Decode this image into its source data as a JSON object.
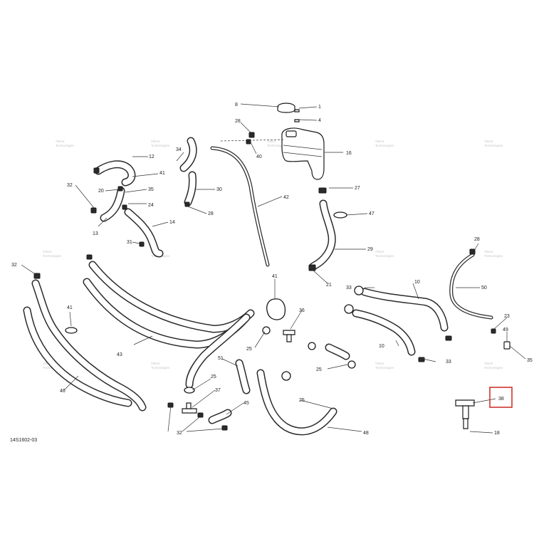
{
  "drawing_number": "14S1602-03",
  "highlighted_callout": "38",
  "highlight_color": "#d0342c",
  "watermark_lines": [
    "©Bext",
    "Technologies"
  ],
  "callouts": {
    "c8": "8",
    "c1": "1",
    "c4": "4",
    "c28a": "28",
    "c16": "16",
    "c40": "40",
    "c12": "12",
    "c34": "34",
    "c41a": "41",
    "c32a": "32",
    "c20": "20",
    "c35": "35",
    "c30": "30",
    "c24": "24",
    "c28b": "28",
    "c42": "42",
    "c27": "27",
    "c47": "47",
    "c13": "13",
    "c14": "14",
    "c31": "31",
    "c29": "29",
    "c21": "21",
    "c28c": "28",
    "c32b": "32",
    "c41b": "41",
    "c33a": "33",
    "c10a": "10",
    "c50": "50",
    "c36": "36",
    "c41c": "41",
    "c43": "43",
    "c25a": "25",
    "c10b": "10",
    "c23": "23",
    "c49": "49",
    "c35b": "35",
    "c25b": "25",
    "c33b": "33",
    "c51": "51",
    "c46": "46",
    "c25c": "25",
    "c37": "37",
    "c25d": "25",
    "c45": "45",
    "c32c": "32",
    "c48": "48",
    "c38": "38",
    "c18": "18"
  }
}
